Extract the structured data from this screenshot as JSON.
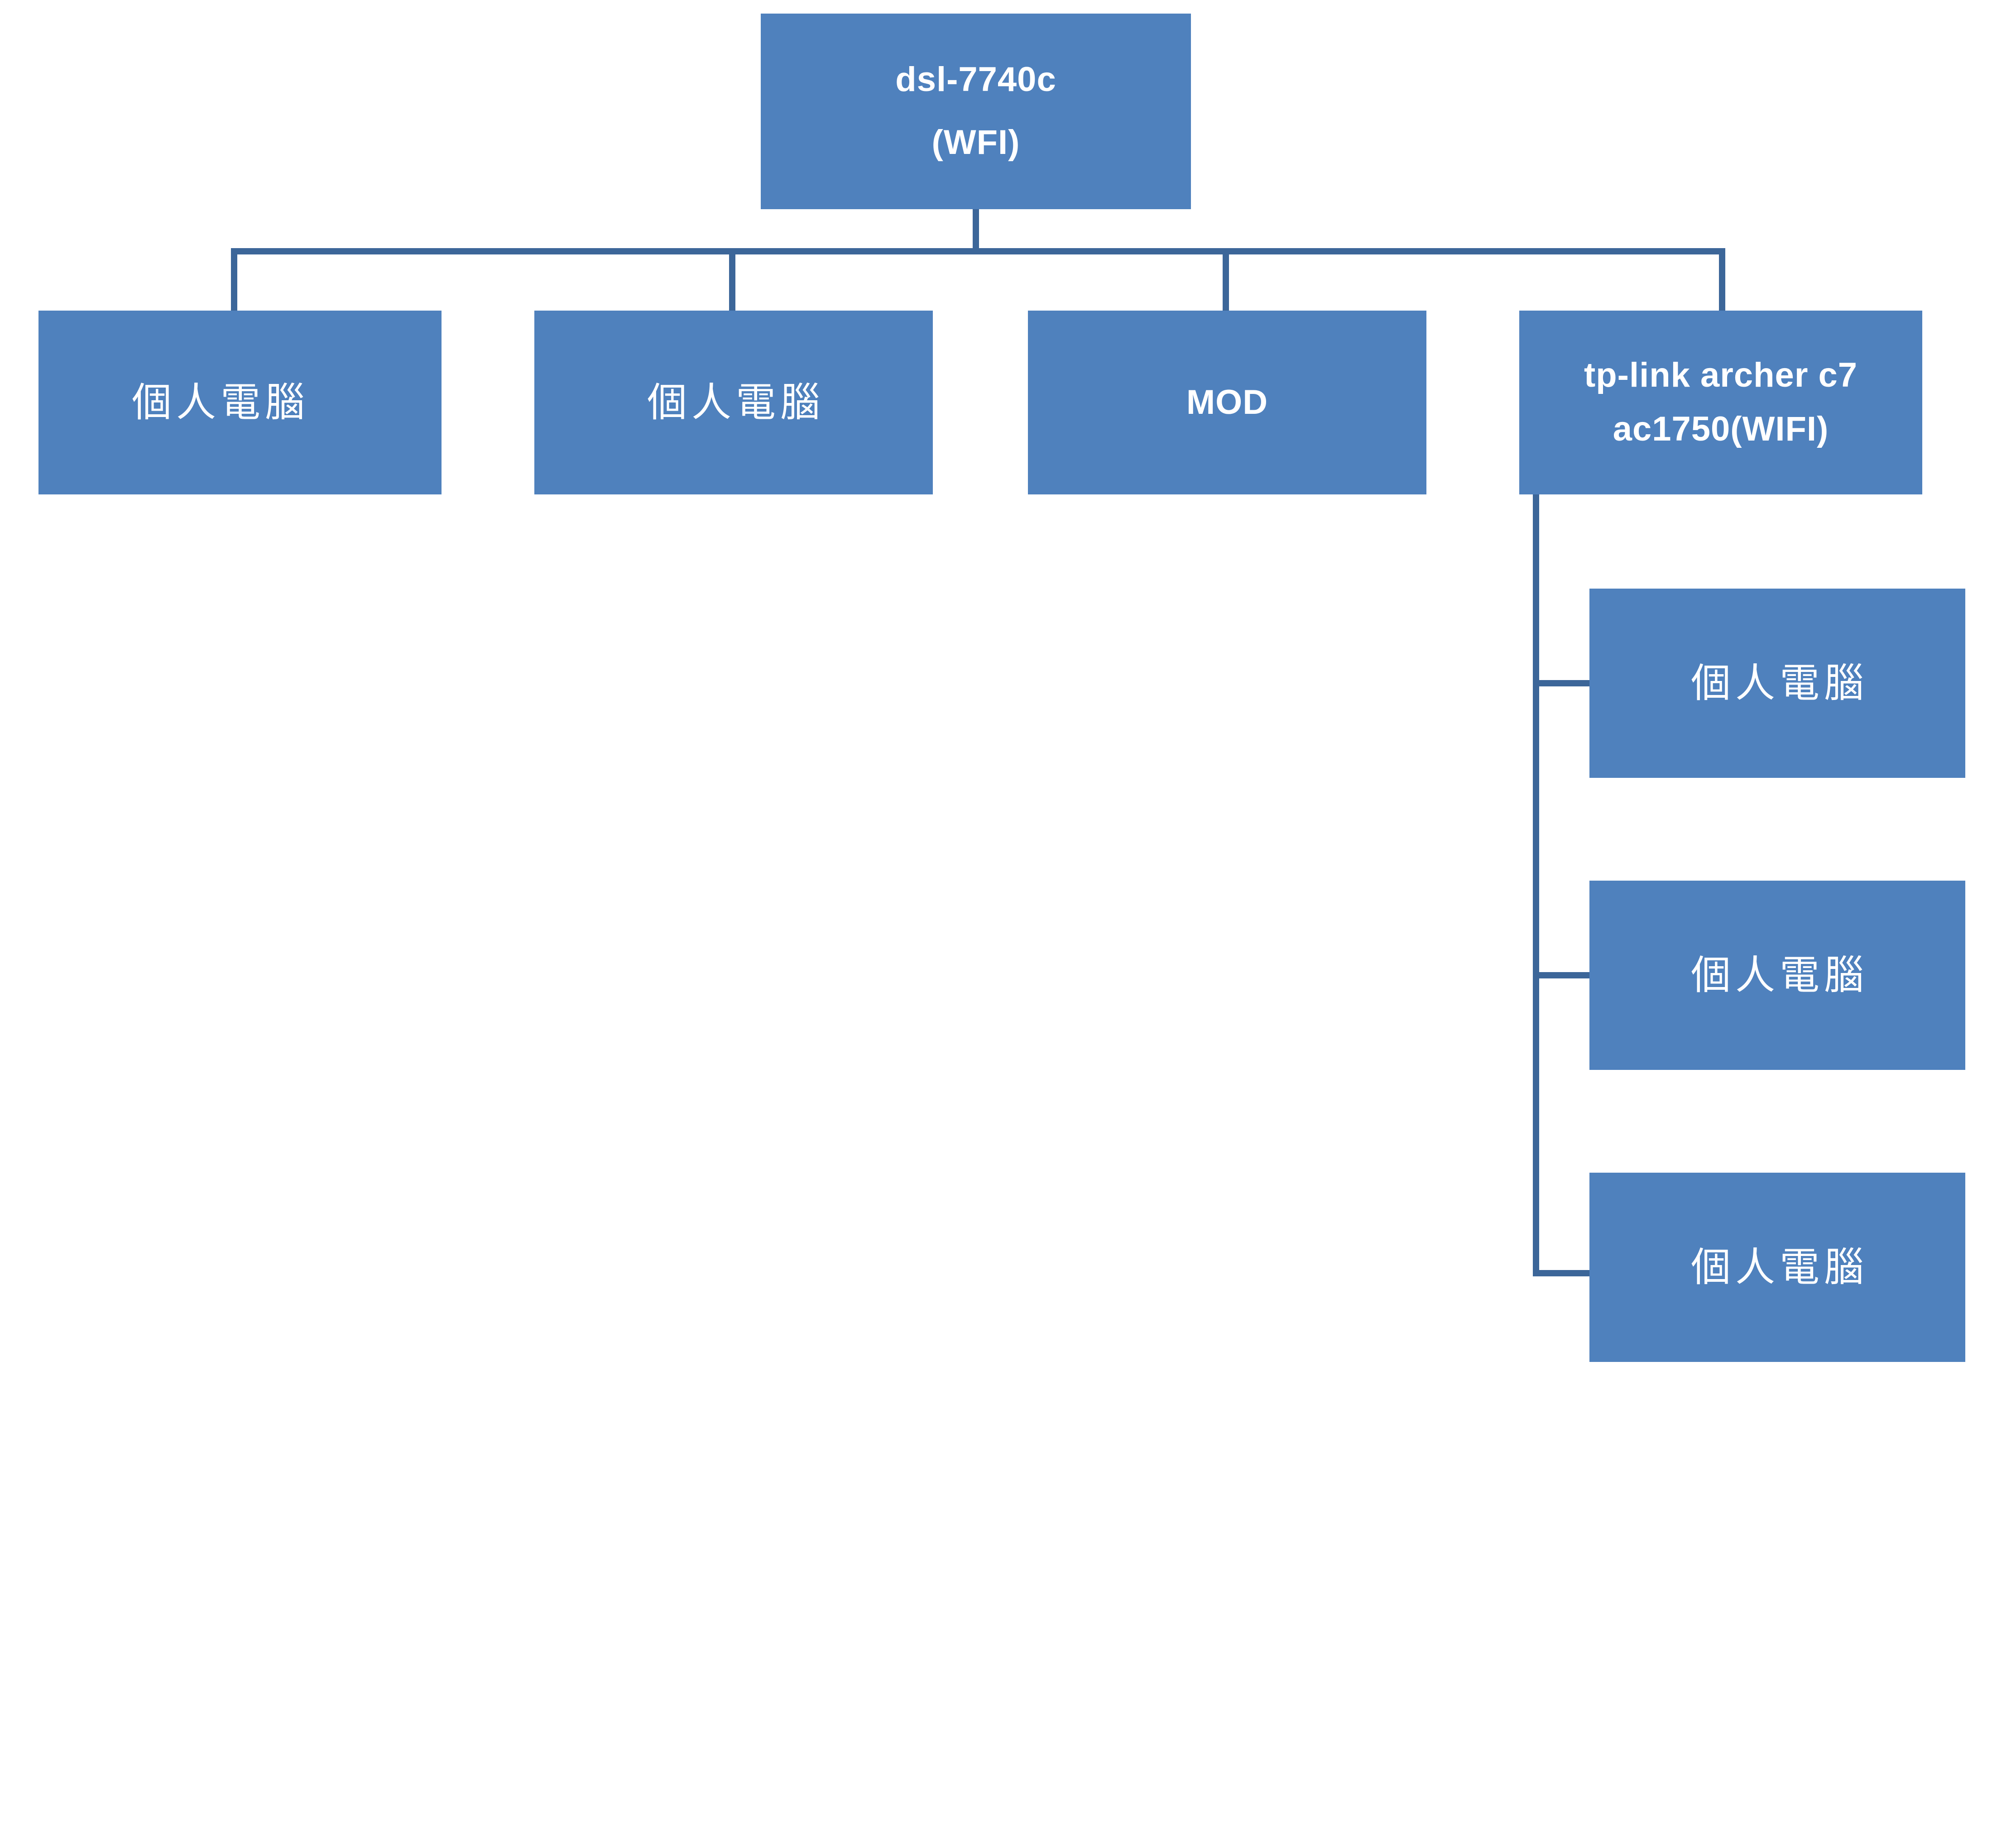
{
  "diagram": {
    "type": "network-topology-tree",
    "colors": {
      "node_fill": "#4f81bd",
      "node_text": "#ffffff",
      "connector": "#3c6699",
      "background": "#ffffff"
    },
    "root": {
      "id": "root",
      "line1": "dsl-7740c",
      "line2": "(WFI)"
    },
    "level1": [
      {
        "id": "pc-1",
        "line1": "個人電腦"
      },
      {
        "id": "pc-2",
        "line1": "個人電腦"
      },
      {
        "id": "mod",
        "line1": "MOD"
      },
      {
        "id": "tplink",
        "line1": "tp-link archer c7",
        "line2": "ac1750(WIFI)"
      }
    ],
    "level2": [
      {
        "id": "pc-3",
        "line1": "個人電腦"
      },
      {
        "id": "pc-4",
        "line1": "個人電腦"
      },
      {
        "id": "pc-5",
        "line1": "個人電腦"
      }
    ]
  }
}
